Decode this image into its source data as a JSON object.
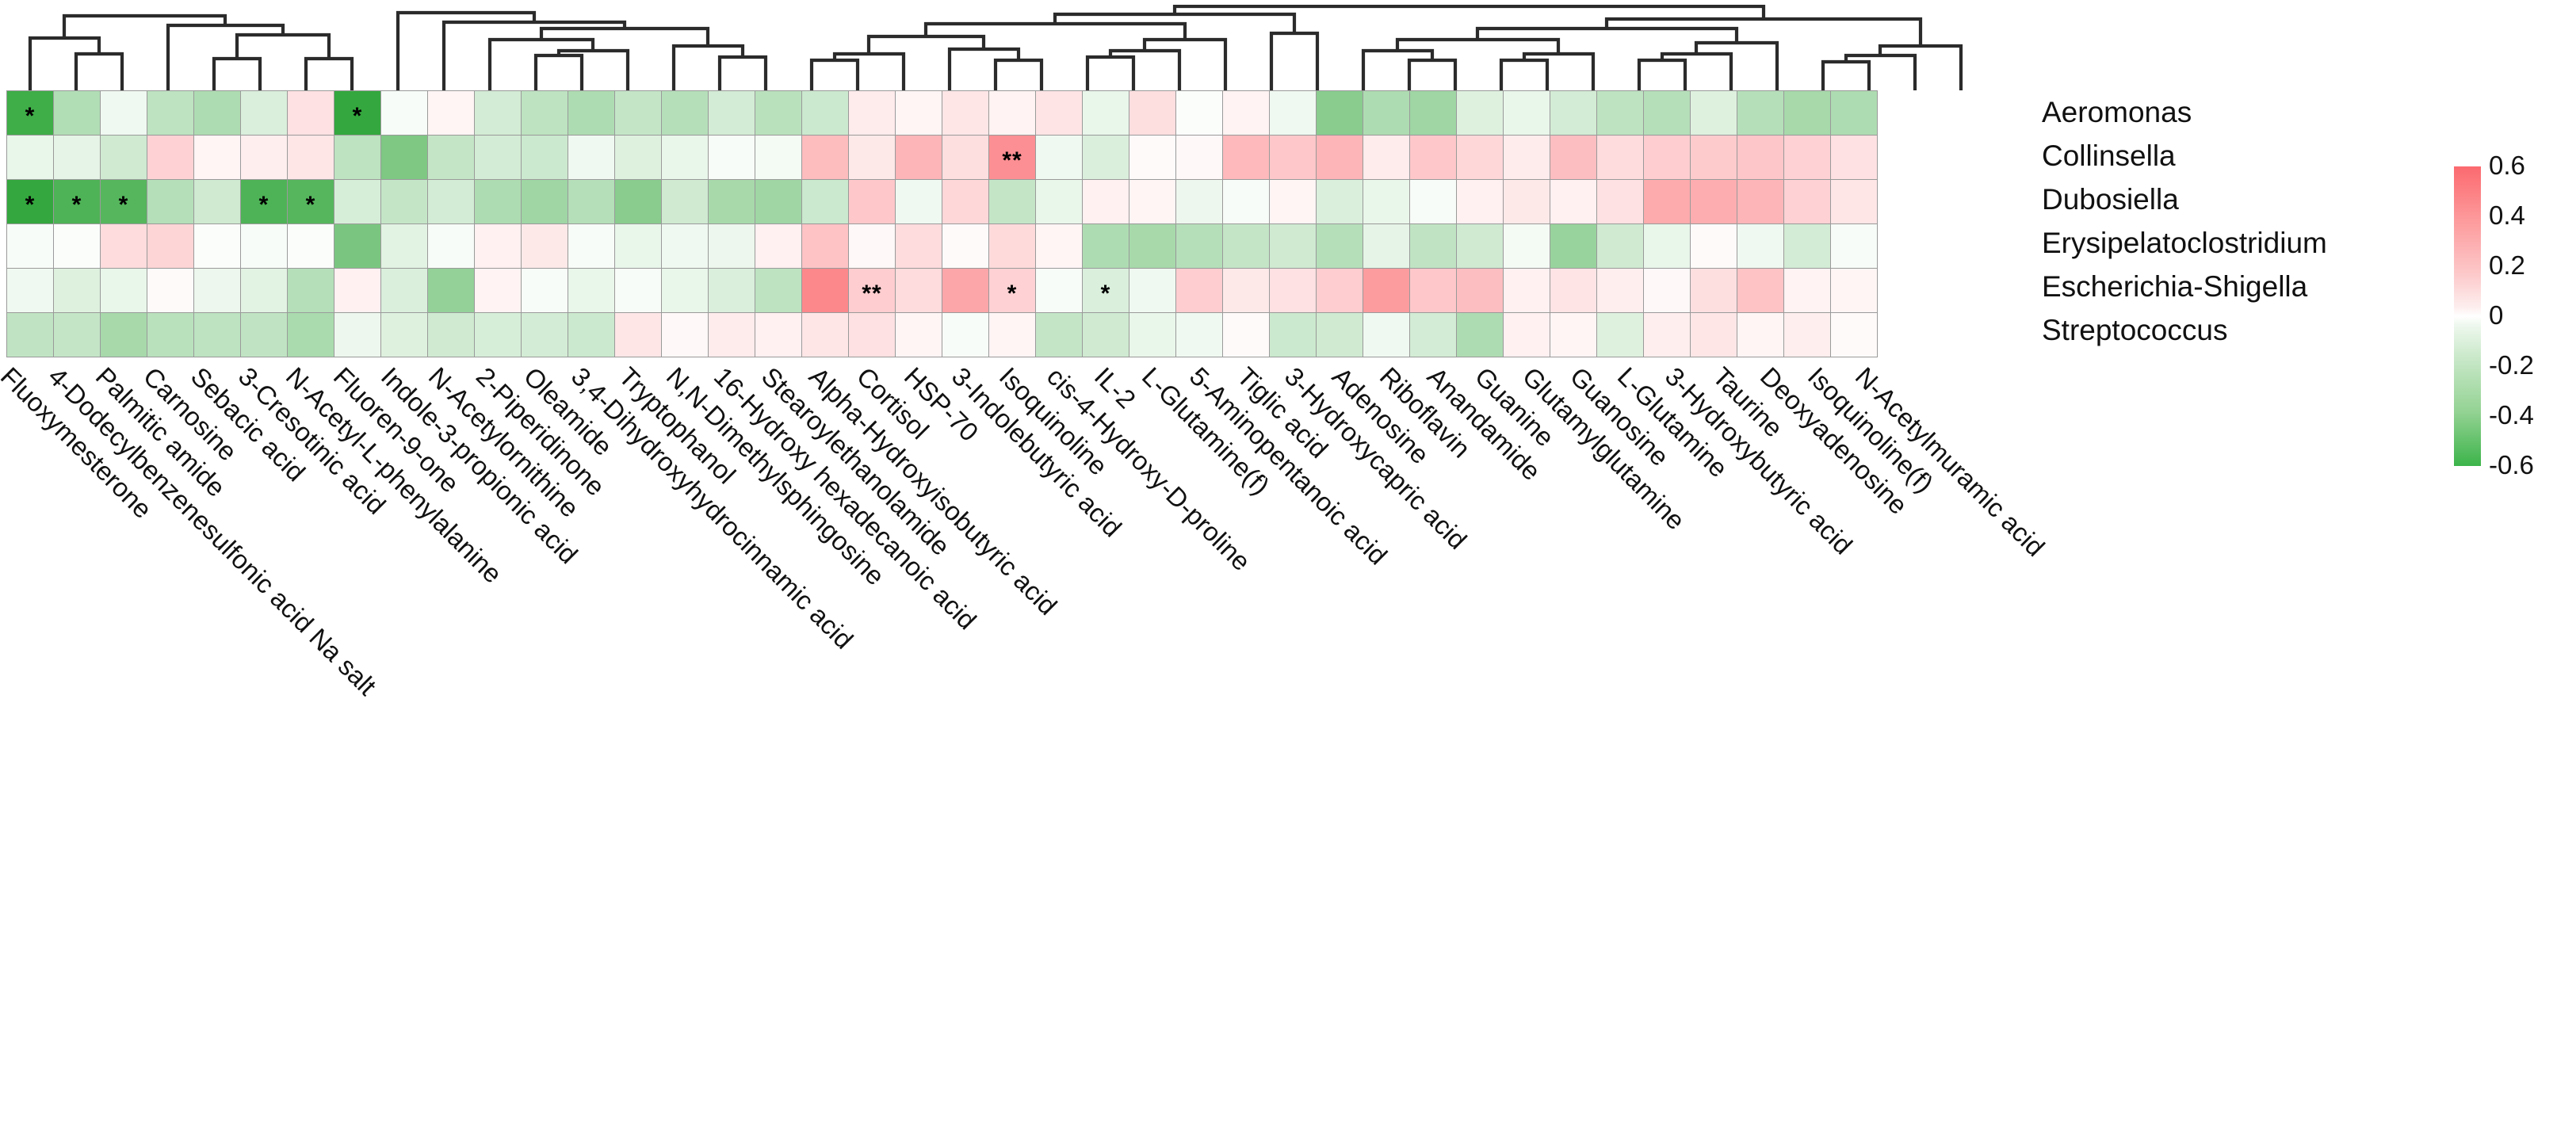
{
  "chart_data": {
    "type": "heatmap",
    "title": "",
    "xlabel": "",
    "ylabel": "",
    "colorbar": {
      "label": "",
      "ticks": [
        "0.6",
        "0.4",
        "0.2",
        "0",
        "-0.2",
        "-0.4",
        "-0.6"
      ],
      "vmin": -0.6,
      "vmax": 0.6,
      "low_color": "#22a02c",
      "mid_color": "#ffffff",
      "high_color": "#fb6a6f"
    },
    "significance_legend": {
      "single": "*",
      "double": "**"
    },
    "rows": [
      "Aeromonas",
      "Collinsella",
      "Dubosiella",
      "Erysipelatoclostridium",
      "Escherichia-Shigella",
      "Streptococcus"
    ],
    "columns": [
      "Fluoxymesterone",
      "4-Dodecylbenzenesulfonic acid Na salt",
      "Palmitic amide",
      "Carnosine",
      "Sebacic acid",
      "3-Cresotinic acid",
      "N-Acetyl-L-phenylalanine",
      "Fluoren-9-one",
      "Indole-3-propionic acid",
      "N-Acetylornithine",
      "2-Piperidinone",
      "Oleamide",
      "3,4-Dihydroxyhydrocinnamic acid",
      "Tryptophanol",
      "N,N-Dimethylsphingosine",
      "16-Hydroxy hexadecanoic acid",
      "Stearoylethanolamide",
      "Alpha-Hydroxyisobutyric acid",
      "Cortisol",
      "HSP-70",
      "3-Indolebutyric acid",
      "Isoquinoline",
      "cis-4-Hydroxy-D-proline",
      "IL-2",
      "L-Glutamine(f)",
      "5-Aminopentanoic acid",
      "Tiglic acid",
      "3-Hydroxycapric acid",
      "Adenosine",
      "Riboflavin",
      "Anandamide",
      "Guanine",
      "Glutamylglutamine",
      "Guanosine",
      "L-Glutamine",
      "3-Hydroxybutyric acid",
      "Taurine",
      "Deoxyadenosine",
      "Isoquinoline(f)",
      "N-Acetylmuramic acid"
    ],
    "values": [
      [
        -0.52,
        -0.21,
        -0.04,
        -0.18,
        -0.22,
        -0.1,
        0.12,
        -0.55,
        -0.02,
        0.04,
        -0.12,
        -0.18,
        -0.22,
        -0.16,
        -0.2,
        -0.12,
        -0.19,
        -0.14,
        0.08,
        0.04,
        0.1,
        0.05,
        0.11,
        -0.06,
        0.13,
        -0.01,
        0.05,
        -0.04,
        -0.32,
        -0.22,
        -0.26,
        -0.09,
        -0.06,
        -0.12,
        -0.18,
        -0.2,
        -0.09,
        -0.2,
        -0.24,
        -0.22
      ],
      [
        -0.06,
        -0.07,
        -0.13,
        0.18,
        0.04,
        0.07,
        0.1,
        -0.18,
        -0.35,
        -0.16,
        -0.12,
        -0.14,
        -0.04,
        -0.09,
        -0.06,
        -0.02,
        -0.03,
        0.27,
        0.09,
        0.3,
        0.13,
        0.45,
        -0.04,
        -0.1,
        0.02,
        0.03,
        0.28,
        0.22,
        0.3,
        0.08,
        0.22,
        0.16,
        0.08,
        0.26,
        0.14,
        0.2,
        0.21,
        0.23,
        0.18,
        0.12
      ],
      [
        -0.55,
        -0.48,
        -0.46,
        -0.2,
        -0.13,
        -0.48,
        -0.46,
        -0.11,
        -0.16,
        -0.12,
        -0.22,
        -0.26,
        -0.2,
        -0.32,
        -0.13,
        -0.24,
        -0.26,
        -0.14,
        0.22,
        -0.04,
        0.16,
        -0.16,
        -0.06,
        0.06,
        0.04,
        -0.05,
        -0.02,
        0.04,
        -0.1,
        -0.06,
        -0.02,
        0.06,
        0.09,
        0.06,
        0.12,
        0.34,
        0.33,
        0.3,
        0.18,
        0.1
      ],
      [
        -0.02,
        -0.01,
        0.14,
        0.17,
        -0.01,
        -0.02,
        -0.01,
        -0.36,
        -0.08,
        -0.02,
        0.06,
        0.09,
        -0.02,
        -0.06,
        -0.04,
        -0.05,
        0.06,
        0.24,
        0.03,
        0.14,
        0.02,
        0.15,
        0.04,
        -0.22,
        -0.24,
        -0.2,
        -0.16,
        -0.13,
        -0.2,
        -0.07,
        -0.17,
        -0.13,
        -0.03,
        -0.28,
        -0.13,
        -0.06,
        0.02,
        -0.04,
        -0.12,
        -0.02
      ],
      [
        -0.04,
        -0.09,
        -0.06,
        0.02,
        -0.05,
        -0.08,
        -0.2,
        0.06,
        -0.1,
        -0.29,
        0.05,
        -0.02,
        -0.06,
        -0.02,
        -0.06,
        -0.1,
        -0.18,
        0.48,
        0.2,
        0.14,
        0.36,
        0.18,
        -0.02,
        -0.1,
        -0.04,
        0.2,
        0.09,
        0.12,
        0.2,
        0.4,
        0.22,
        0.26,
        0.06,
        0.11,
        0.07,
        0.03,
        0.13,
        0.24,
        0.05,
        0.04
      ],
      [
        -0.17,
        -0.16,
        -0.24,
        -0.19,
        -0.18,
        -0.17,
        -0.23,
        -0.05,
        -0.09,
        -0.13,
        -0.11,
        -0.12,
        -0.14,
        0.1,
        0.03,
        0.08,
        0.06,
        0.1,
        0.12,
        0.04,
        -0.02,
        0.04,
        -0.16,
        -0.13,
        -0.06,
        -0.04,
        0.02,
        -0.14,
        -0.13,
        -0.04,
        -0.12,
        -0.22,
        0.06,
        0.04,
        -0.09,
        0.07,
        0.1,
        0.04,
        0.07,
        0.02
      ]
    ],
    "significance": [
      {
        "row": 0,
        "col": 0,
        "mark": "*"
      },
      {
        "row": 0,
        "col": 7,
        "mark": "*"
      },
      {
        "row": 1,
        "col": 21,
        "mark": "**"
      },
      {
        "row": 2,
        "col": 0,
        "mark": "*"
      },
      {
        "row": 2,
        "col": 1,
        "mark": "*"
      },
      {
        "row": 2,
        "col": 2,
        "mark": "*"
      },
      {
        "row": 2,
        "col": 5,
        "mark": "*"
      },
      {
        "row": 2,
        "col": 6,
        "mark": "*"
      },
      {
        "row": 4,
        "col": 18,
        "mark": "**"
      },
      {
        "row": 4,
        "col": 21,
        "mark": "*"
      },
      {
        "row": 4,
        "col": 23,
        "mark": "*"
      }
    ]
  },
  "dendrogram": {
    "orientation": "top",
    "description": "hierarchical-clustering-of-metabolite-columns"
  }
}
